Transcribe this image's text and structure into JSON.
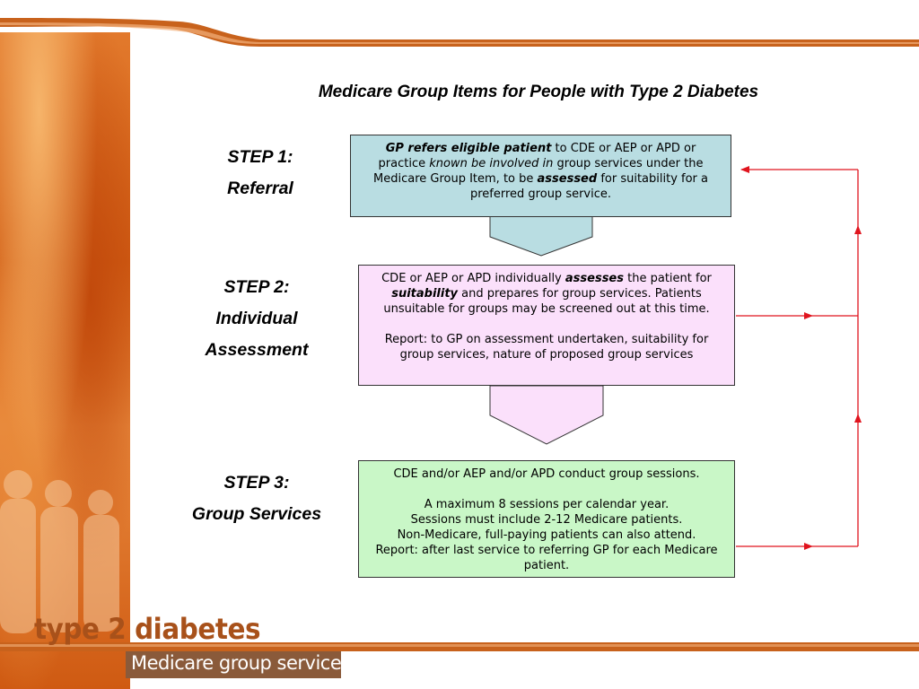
{
  "branding": {
    "logo_title": "type 2 diabetes",
    "logo_subtitle": "Medicare group services"
  },
  "title": "Medicare Group Items for People with Type 2 Diabetes",
  "steps": [
    {
      "label": "STEP 1:",
      "name": "Referral"
    },
    {
      "label": "STEP 2:",
      "name_line1": "Individual",
      "name_line2": "Assessment"
    },
    {
      "label": "STEP 3:",
      "name": "Group Services"
    }
  ],
  "box1": {
    "bold1": "GP refers eligible patient",
    "text1": " to CDE or AEP or APD or practice ",
    "italic1": "known be involved in",
    "text2": " group services under the Medicare Group Item, to be ",
    "bold2": "assessed",
    "text3": " for suitability for a preferred group service."
  },
  "box2": {
    "text1": "CDE or AEP or APD individually ",
    "bold1": "assesses",
    "text2": " the patient for ",
    "bold2": "suitability",
    "text3": " and prepares for group services. Patients unsuitable for groups may be screened out at this time.",
    "report": "Report: to GP on assessment undertaken, suitability for group services, nature of proposed group services"
  },
  "box3": {
    "line1": "CDE and/or AEP and/or APD conduct group sessions.",
    "line2": "A maximum 8 sessions per calendar year.",
    "line3": "Sessions must include 2-12 Medicare patients.",
    "line4": "Non-Medicare, full-paying patients can also attend.",
    "line5": "Report: after last service to referring GP for each Medicare patient."
  },
  "colors": {
    "box1_fill": "#b9dde2",
    "box2_fill": "#fbe0fb",
    "box3_fill": "#c9f7c7",
    "feedback_arrow": "#e0141e",
    "brand_orange": "#d66a1e"
  }
}
